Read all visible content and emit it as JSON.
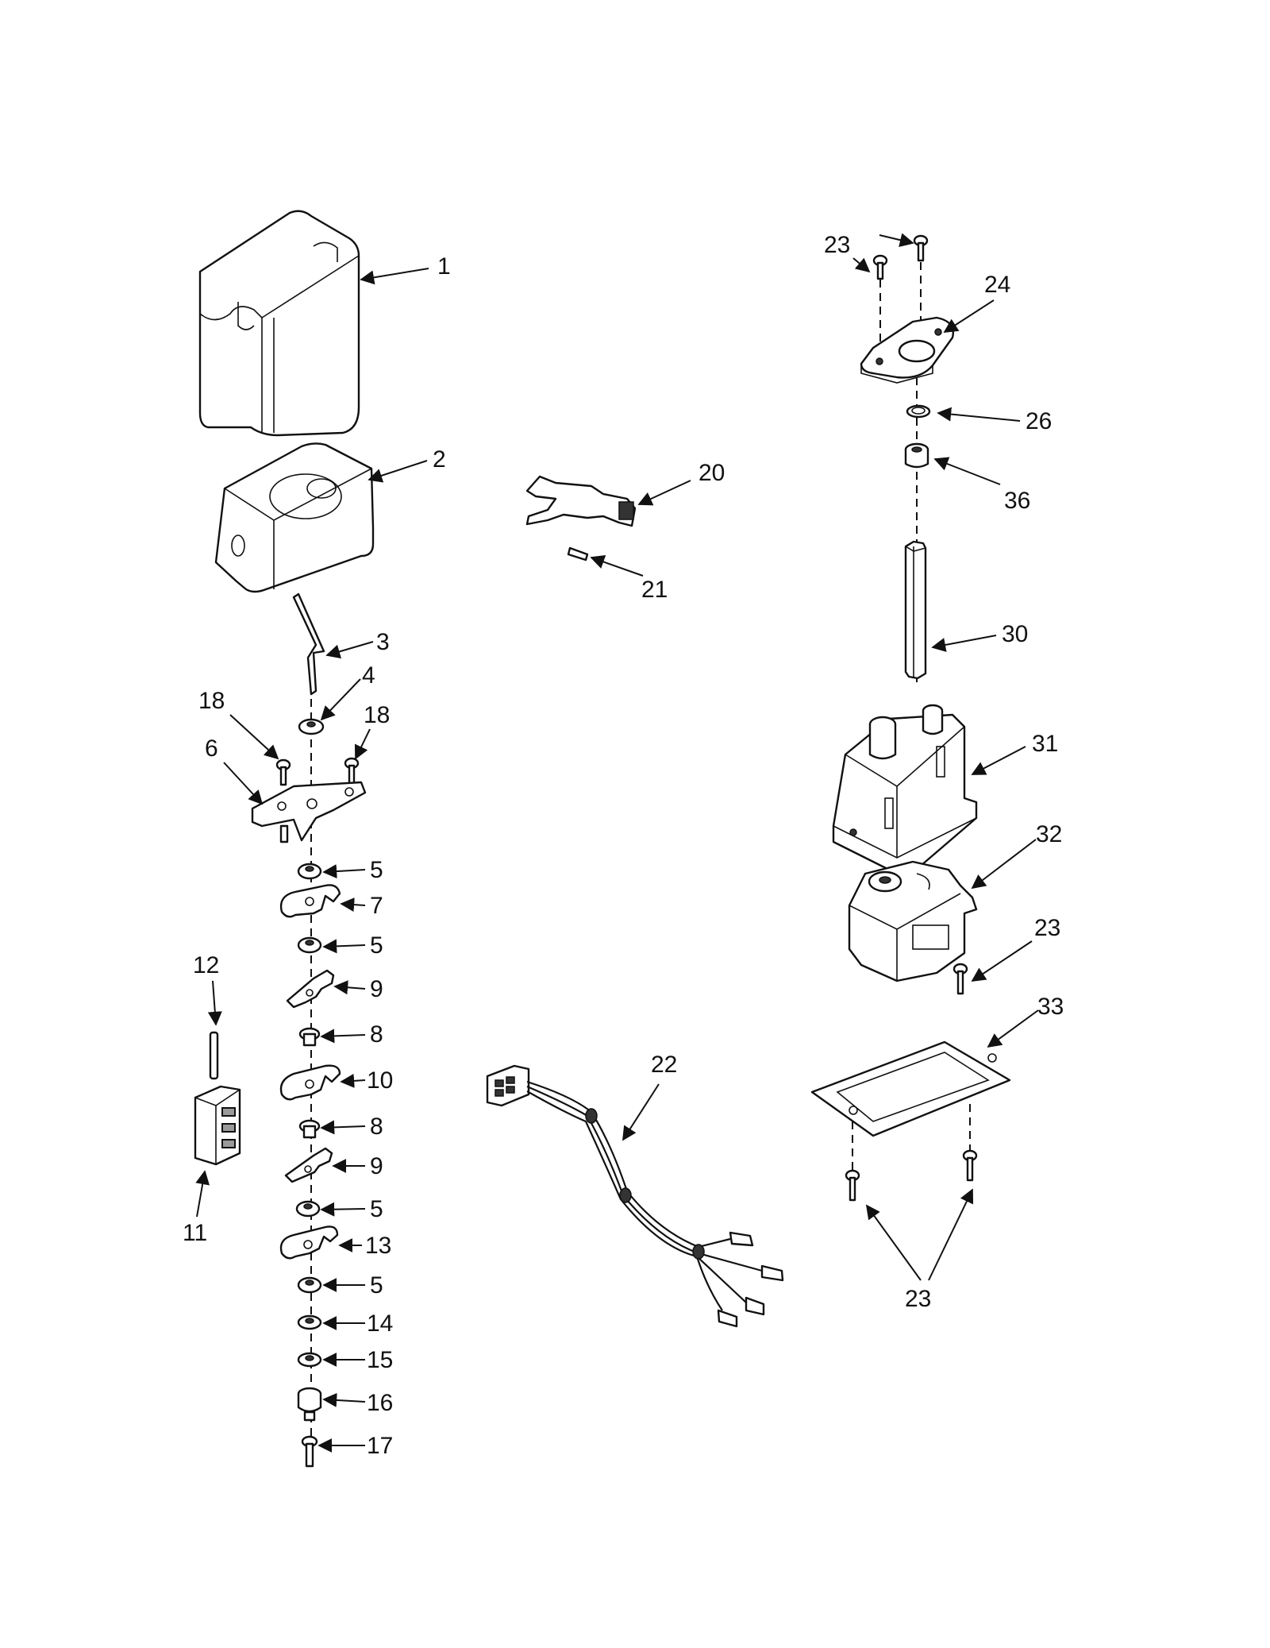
{
  "callouts": [
    "1",
    "2",
    "3",
    "4",
    "18",
    "18",
    "6",
    "5",
    "7",
    "5",
    "9",
    "8",
    "10",
    "8",
    "9",
    "5",
    "13",
    "5",
    "14",
    "15",
    "16",
    "17",
    "12",
    "11",
    "20",
    "21",
    "22",
    "23",
    "24",
    "26",
    "36",
    "30",
    "31",
    "32",
    "23",
    "33",
    "23"
  ]
}
